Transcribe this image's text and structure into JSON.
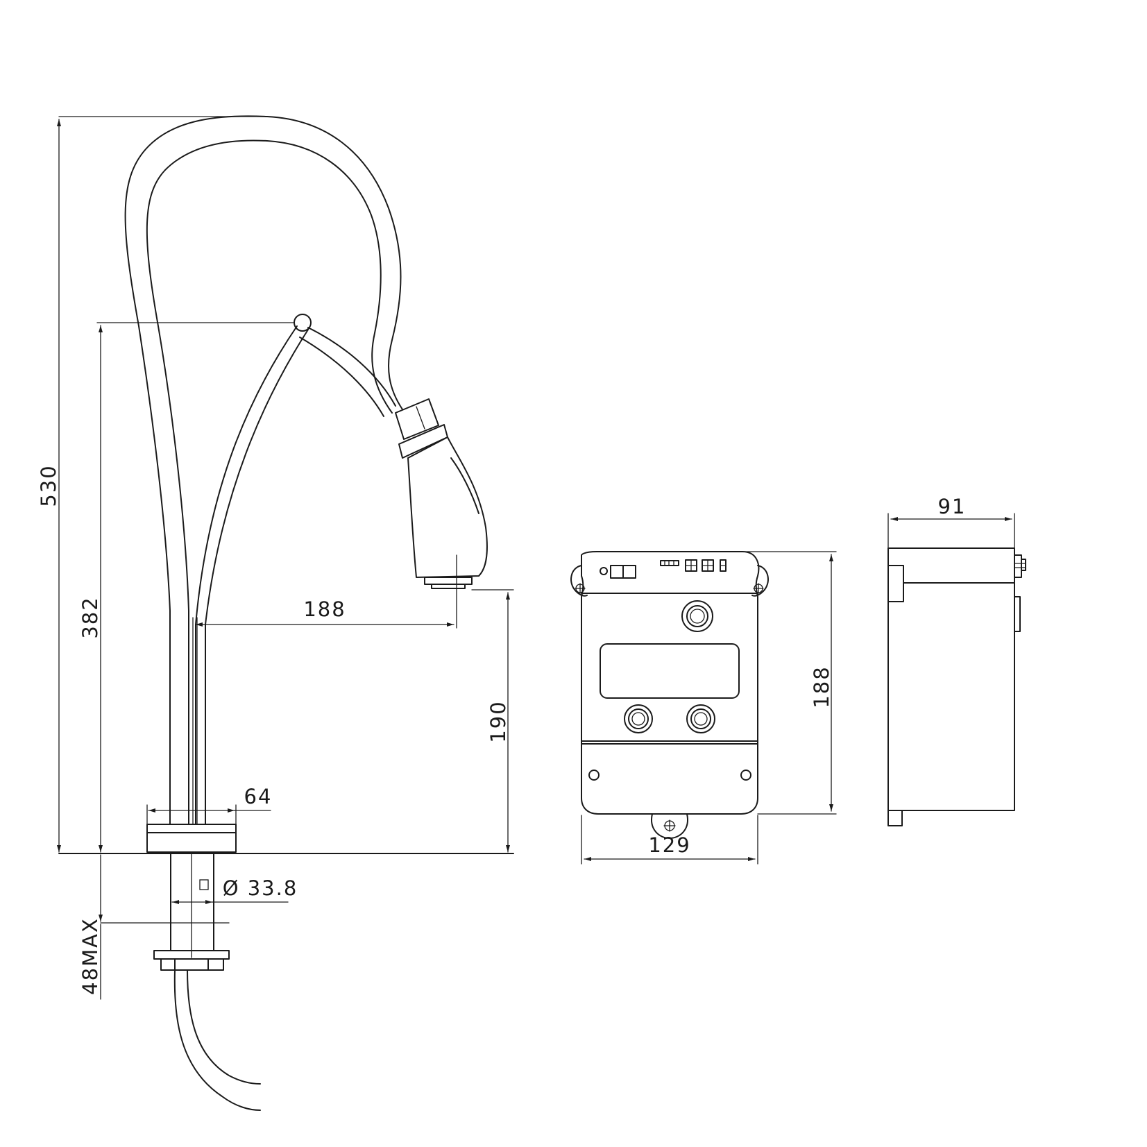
{
  "drawing": {
    "dimensions": {
      "faucet_total_height": "530",
      "spout_height": "382",
      "spout_reach": "188",
      "outlet_height": "190",
      "base_diameter": "64",
      "shank_diameter": "Ø 33.8",
      "deck_thickness": "48MAX",
      "control_box_height": "188",
      "control_box_width": "129",
      "control_box_depth": "91"
    }
  }
}
